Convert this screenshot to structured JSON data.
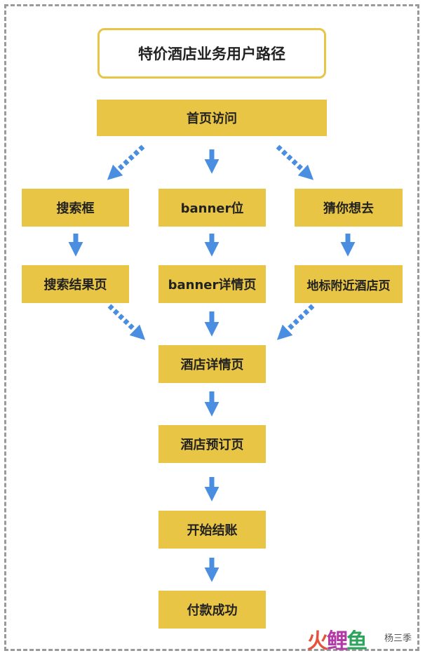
{
  "title": "特价酒店业务用户路径",
  "nodes": {
    "home": "首页访问",
    "search_box": "搜索框",
    "banner": "banner位",
    "guess": "猜你想去",
    "search_result": "搜索结果页",
    "banner_detail": "banner详情页",
    "nearby": "地标附近酒店页",
    "hotel_detail": "酒店详情页",
    "booking": "酒店预订页",
    "checkout": "开始结账",
    "paid": "付款成功"
  },
  "watermark": {
    "logo": [
      "火",
      "鲤",
      "鱼"
    ],
    "author": "杨三季"
  },
  "colors": {
    "node_fill": "#e9c545",
    "title_border": "#e8c547",
    "arrow": "#4a8ee2",
    "frame": "#9a9a9a"
  }
}
